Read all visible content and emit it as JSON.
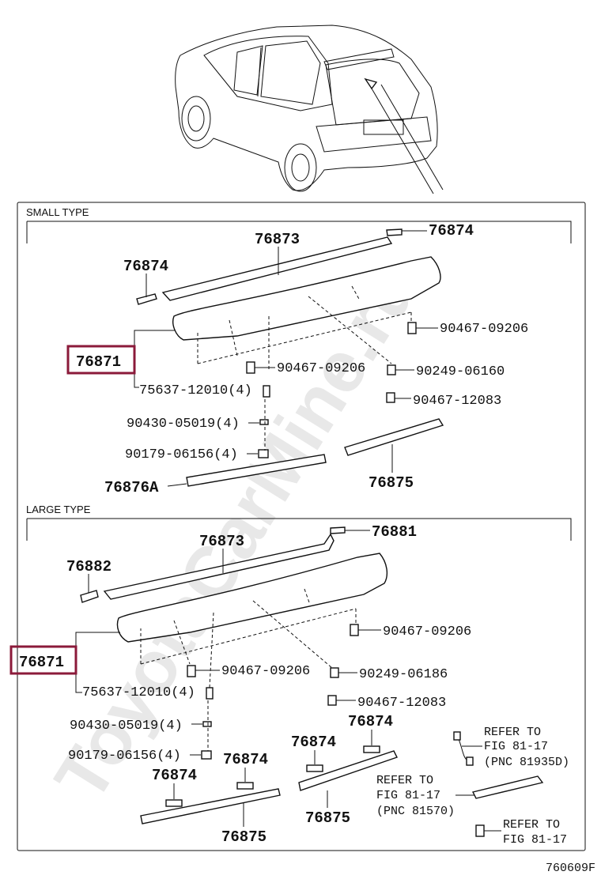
{
  "figure_code": "760609F",
  "watermark": "ToyotaCarMine.ru",
  "small_type": {
    "title": "SMALL TYPE",
    "labels": {
      "spoiler": "76871",
      "seal_upper": "76873",
      "end_pad": "76874",
      "pad_right": "76874",
      "screw_r": "90467-09206",
      "screw_l": "90467-09206",
      "nut_a": "90249-06160",
      "clip": "90467-12083",
      "stud": "75637-12010(4)",
      "washer": "90430-05019(4)",
      "nut_b": "90179-06156(4)",
      "seal_lower_l": "76876A",
      "seal_lower_r": "76875"
    }
  },
  "large_type": {
    "title": "LARGE TYPE",
    "labels": {
      "spoiler": "76871",
      "seal_upper": "76873",
      "pad_top": "76881",
      "pad_left": "76882",
      "screw_r": "90467-09206",
      "screw_l": "90467-09206",
      "nut_a": "90249-06186",
      "clip": "90467-12083",
      "stud": "75637-12010(4)",
      "washer": "90430-05019(4)",
      "nut_b": "90179-06156(4)",
      "pad_a": "76874",
      "pad_b": "76874",
      "pad_c": "76874",
      "pad_d": "76874",
      "seal_lower_l": "76875",
      "seal_lower_r": "76875",
      "ref1_line1": "REFER TO",
      "ref1_line2": "FIG 81-17",
      "ref1_line3": "(PNC 81935D)",
      "ref2_line1": "REFER TO",
      "ref2_line2": "FIG 81-17",
      "ref2_line3": "(PNC 81570)",
      "ref3_line1": "REFER TO",
      "ref3_line2": "FIG 81-17"
    }
  }
}
